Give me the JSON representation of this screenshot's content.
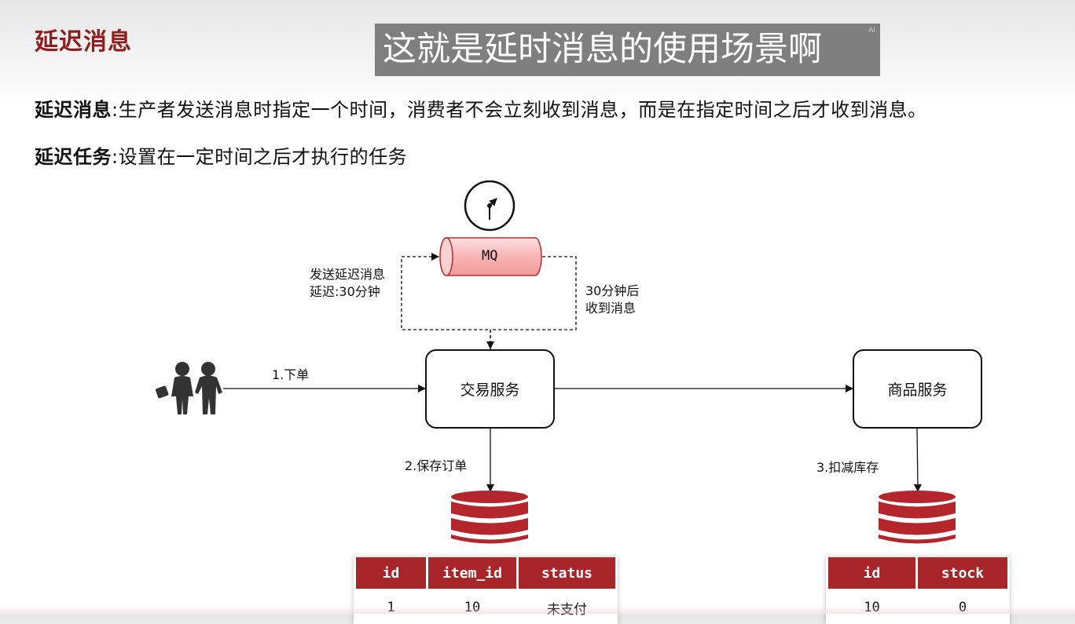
{
  "header": {
    "title": "延迟消息",
    "subtitle": "这就是延时消息的使用场景啊",
    "subtitle_badge": "AI"
  },
  "definitions": [
    {
      "term": "延迟消息",
      "sep": ":",
      "text": "生产者发送消息时指定一个时间，消费者不会立刻收到消息，而是在指定时间之后才收到消息。"
    },
    {
      "term": "延迟任务",
      "sep": ":",
      "text": "设置在一定时间之后才执行的任务"
    }
  ],
  "diagram": {
    "mq_label": "MQ",
    "send_label_line1": "发送延迟消息",
    "send_label_line2": "延迟:30分钟",
    "receive_label_line1": "30分钟后",
    "receive_label_line2": "收到消息",
    "step1": "1.下单",
    "trade_service": "交易服务",
    "product_service": "商品服务",
    "step2": "2.保存订单",
    "step3": "3.扣减库存",
    "icons": [
      "clock-icon",
      "users-icon",
      "database-icon"
    ],
    "colors": {
      "accent": "#a8252a",
      "mq_fill": "#f8b4b4"
    }
  },
  "order_table": {
    "headers": [
      "id",
      "item_id",
      "status"
    ],
    "rows": [
      [
        "1",
        "10",
        "未支付"
      ]
    ]
  },
  "stock_table": {
    "headers": [
      "id",
      "stock"
    ],
    "rows": [
      [
        "10",
        "0"
      ]
    ]
  }
}
